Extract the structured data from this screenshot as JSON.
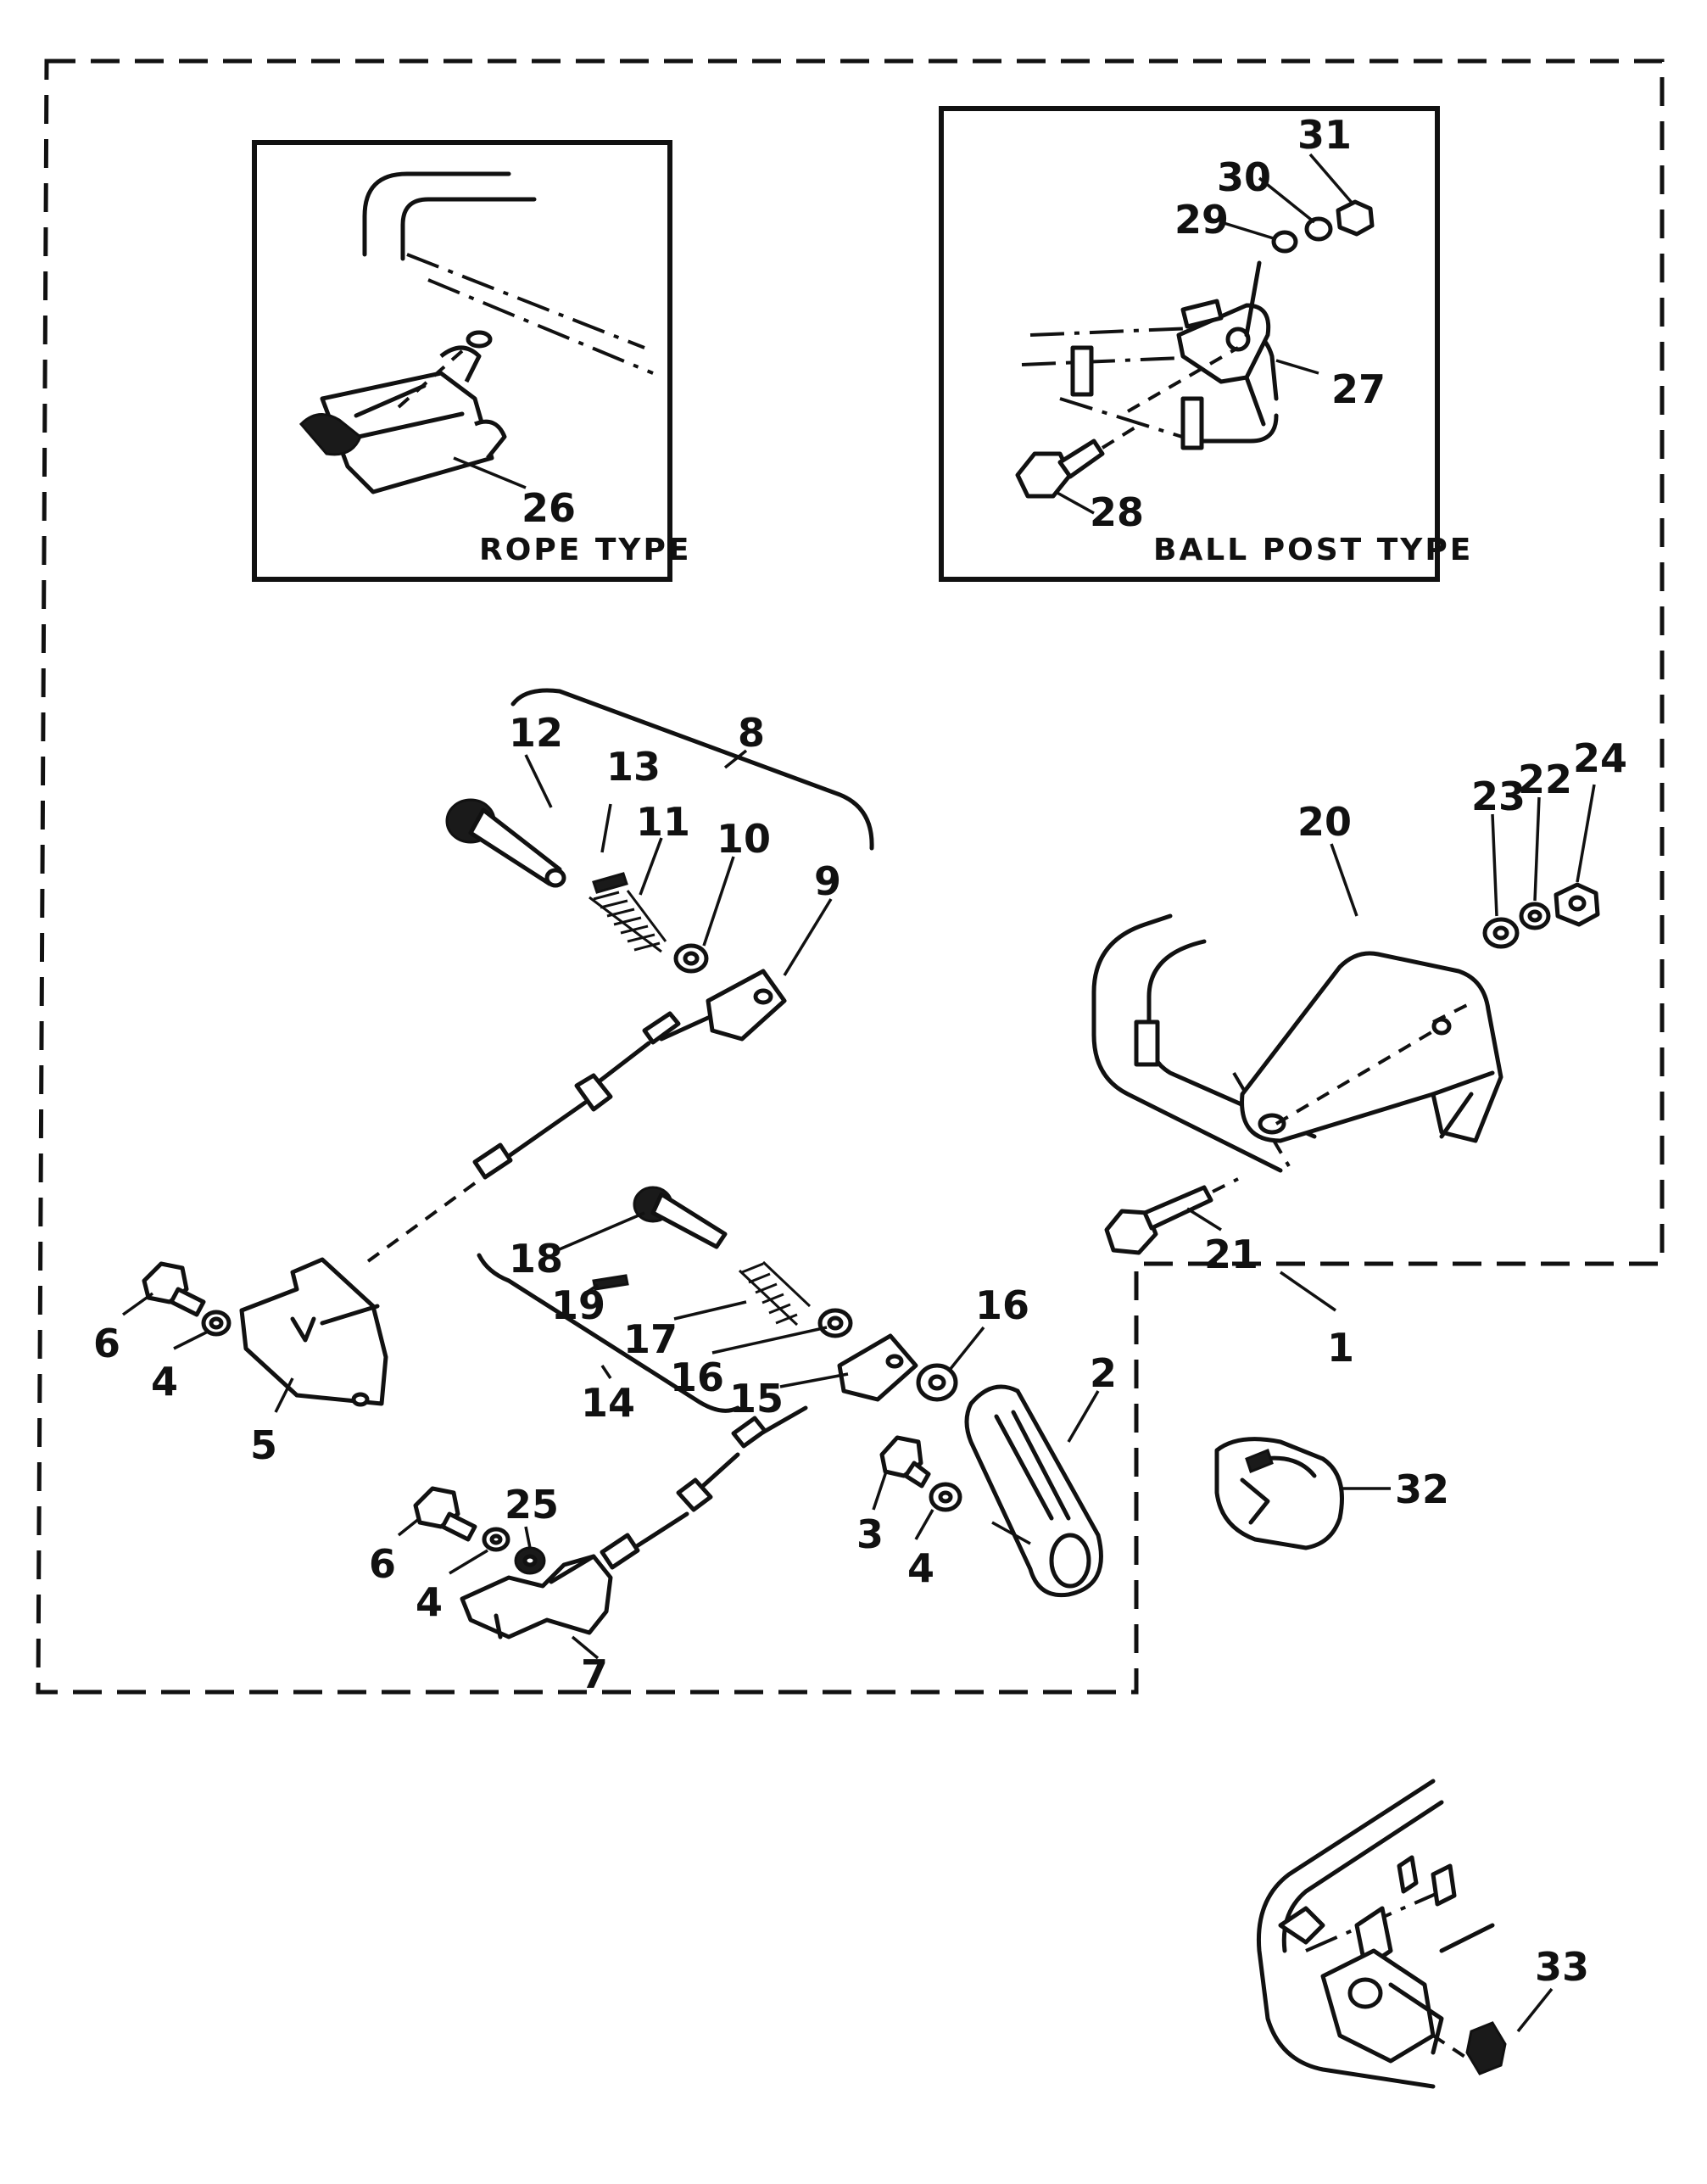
{
  "insets": {
    "rope": {
      "caption": "ROPE TYPE"
    },
    "ball_post": {
      "caption": "BALL POST TYPE"
    }
  },
  "callouts": {
    "c1": "1",
    "c2": "2",
    "c3": "3",
    "c4a": "4",
    "c4b": "4",
    "c4c": "4",
    "c5": "5",
    "c6a": "6",
    "c6b": "6",
    "c7": "7",
    "c8": "8",
    "c9": "9",
    "c10": "10",
    "c11": "11",
    "c12": "12",
    "c13": "13",
    "c14": "14",
    "c15": "15",
    "c16a": "16",
    "c16b": "16",
    "c17": "17",
    "c18": "18",
    "c19": "19",
    "c20": "20",
    "c21": "21",
    "c22": "22",
    "c23": "23",
    "c24": "24",
    "c25": "25",
    "c26": "26",
    "c27": "27",
    "c28": "28",
    "c29": "29",
    "c30": "30",
    "c31": "31",
    "c32": "32",
    "c33": "33"
  }
}
